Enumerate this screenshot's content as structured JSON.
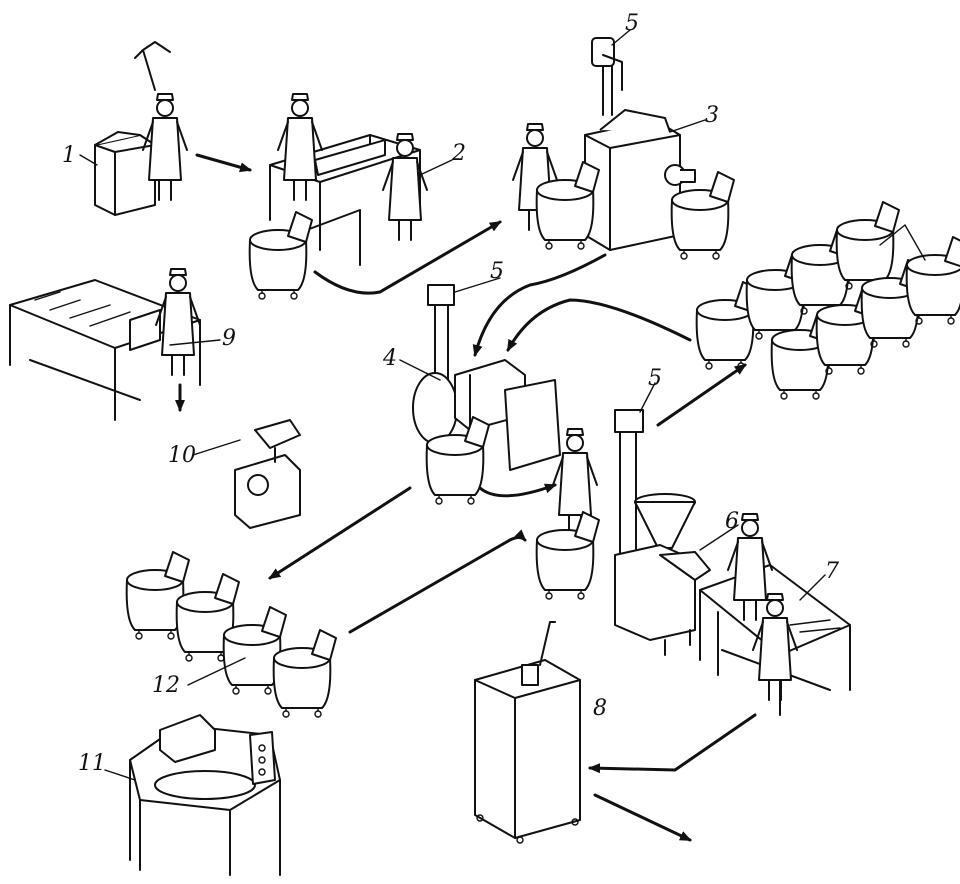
{
  "labels": {
    "l1": "1",
    "l2": "2",
    "l3": "3",
    "l4": "4",
    "l5a": "5",
    "l5b": "5",
    "l5c": "5",
    "l6": "6",
    "l7": "7",
    "l8": "8",
    "l9": "9",
    "l10": "10",
    "l11": "11",
    "l12": "12"
  },
  "colors": {
    "ink": "#111111",
    "paper": "#ffffff"
  }
}
